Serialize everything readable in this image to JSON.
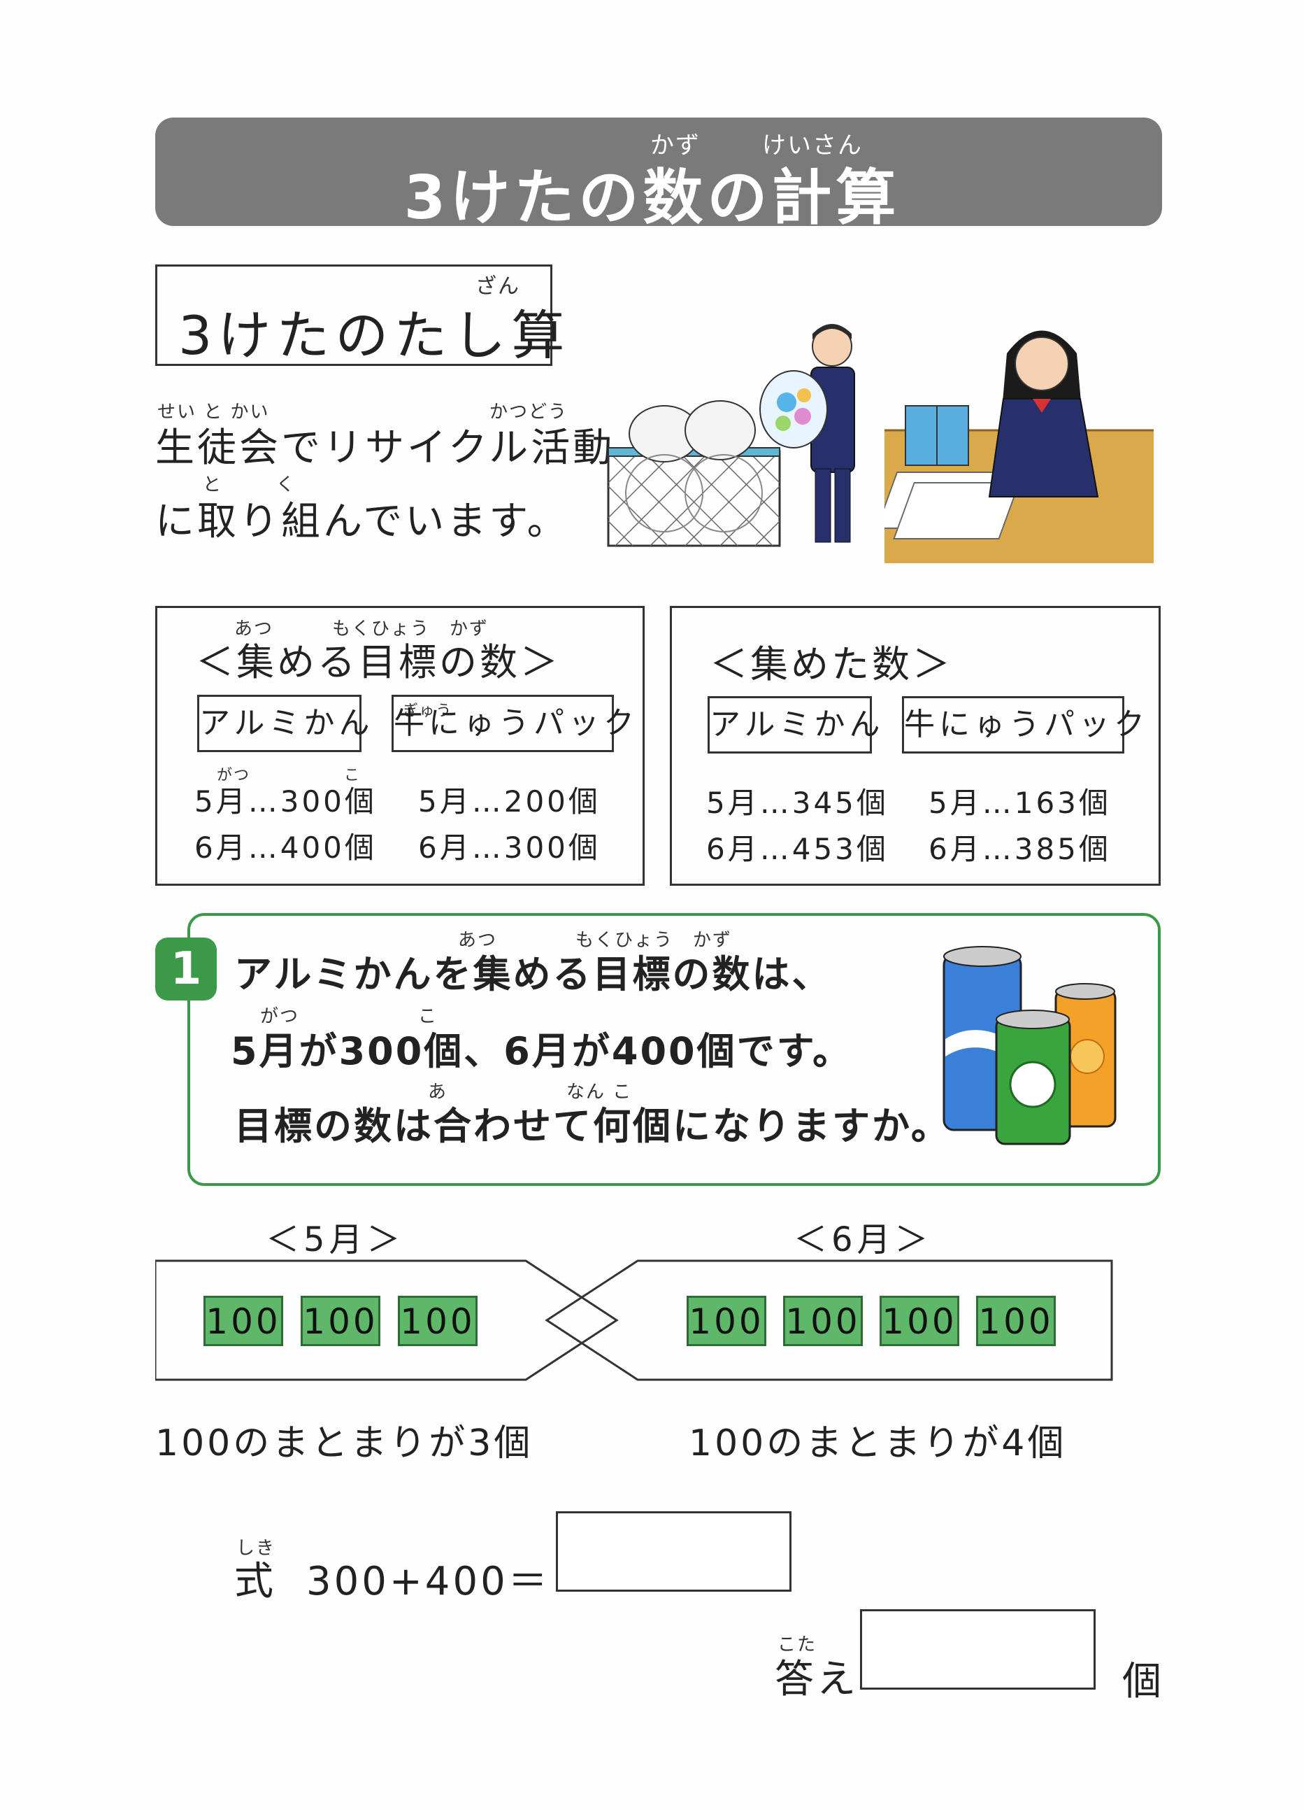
{
  "title": {
    "text": "3けたの数の計算",
    "ruby_kazu": "かず",
    "ruby_keisan": "けいさん"
  },
  "lesson": {
    "text": "3けたのたし算",
    "ruby": "ざん"
  },
  "intro": {
    "line1": "生徒会でリサイクル活動",
    "line2": "に取り組んでいます。",
    "ruby_seitokai": "せい と かい",
    "ruby_katsudou": "かつどう",
    "ruby_to": "と",
    "ruby_ku": "く"
  },
  "target_panel": {
    "title": "＜集める目標の数＞",
    "ruby": "あつ　　　もくひょう　かず",
    "col1_label": "アルミかん",
    "col2_label": "牛にゅうパック",
    "col2_ruby": "ぎゅう",
    "month_ruby": "がつ",
    "ko_ruby": "こ",
    "col1_rows": [
      "5月…300個",
      "6月…400個"
    ],
    "col2_rows": [
      "5月…200個",
      "6月…300個"
    ]
  },
  "collected_panel": {
    "title": "＜集めた数＞",
    "col1_label": "アルミかん",
    "col2_label": "牛にゅうパック",
    "col1_rows": [
      "5月…345個",
      "6月…453個"
    ],
    "col2_rows": [
      "5月…163個",
      "6月…385個"
    ]
  },
  "question": {
    "number": "1",
    "line1": "アルミかんを集める目標の数は、",
    "line2": "5月が300個、6月が400個です。",
    "line3": "目標の数は合わせて何個になりますか。",
    "ruby1": "あつ　　　　もくひょう　かず",
    "ruby2_gatsu": "がつ",
    "ruby2_ko": "こ",
    "ruby3_a": "あ",
    "ruby3_nanko": "なん こ"
  },
  "diagram": {
    "may_label": "＜5月＞",
    "june_label": "＜6月＞",
    "may_blocks": [
      "100",
      "100",
      "100"
    ],
    "june_blocks": [
      "100",
      "100",
      "100",
      "100"
    ],
    "may_caption": "100のまとまりが3個",
    "june_caption": "100のまとまりが4個"
  },
  "formula": {
    "label": "式",
    "ruby": "しき",
    "expression": "300+400＝"
  },
  "answer": {
    "label": "答え",
    "ruby": "こた",
    "unit": "個"
  },
  "colors": {
    "banner": "#7a7a7a",
    "green": "#3b9a47",
    "block": "#5fb86a"
  },
  "icons": [
    "recycle-bins-illustration",
    "student-boy-illustration",
    "student-girl-illustration",
    "drink-cans-illustration"
  ]
}
